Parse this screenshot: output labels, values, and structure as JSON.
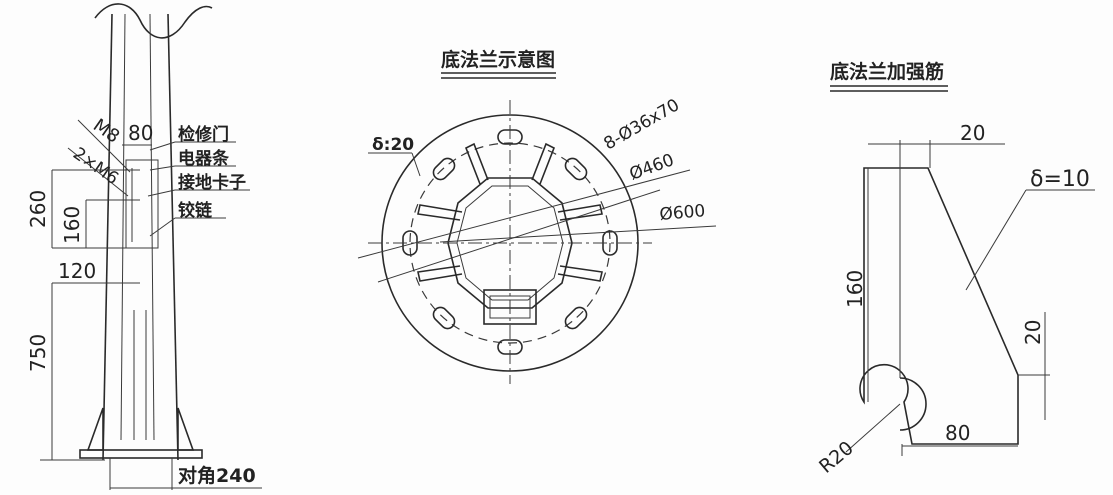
{
  "pole": {
    "dim_80": "80",
    "bolt_m8": "M8",
    "bolt_2xm6": "2×M6",
    "label_door": "检修门",
    "label_box": "电器条",
    "label_ground": "接地卡子",
    "label_hinge": "铰链",
    "dim_260": "260",
    "dim_160": "160",
    "dim_120": "120",
    "dim_750": "750",
    "dim_diag": "对角240"
  },
  "flange": {
    "title": "底法兰示意图",
    "thickness": "δ:20",
    "holes": "8-Ø36x70",
    "pcd": "Ø460",
    "outer": "Ø600"
  },
  "rib": {
    "title": "底法兰加强筋",
    "dim_top": "20",
    "thickness": "δ=10",
    "dim_height": "160",
    "dim_side": "20",
    "dim_bottom": "80",
    "radius": "R20"
  }
}
